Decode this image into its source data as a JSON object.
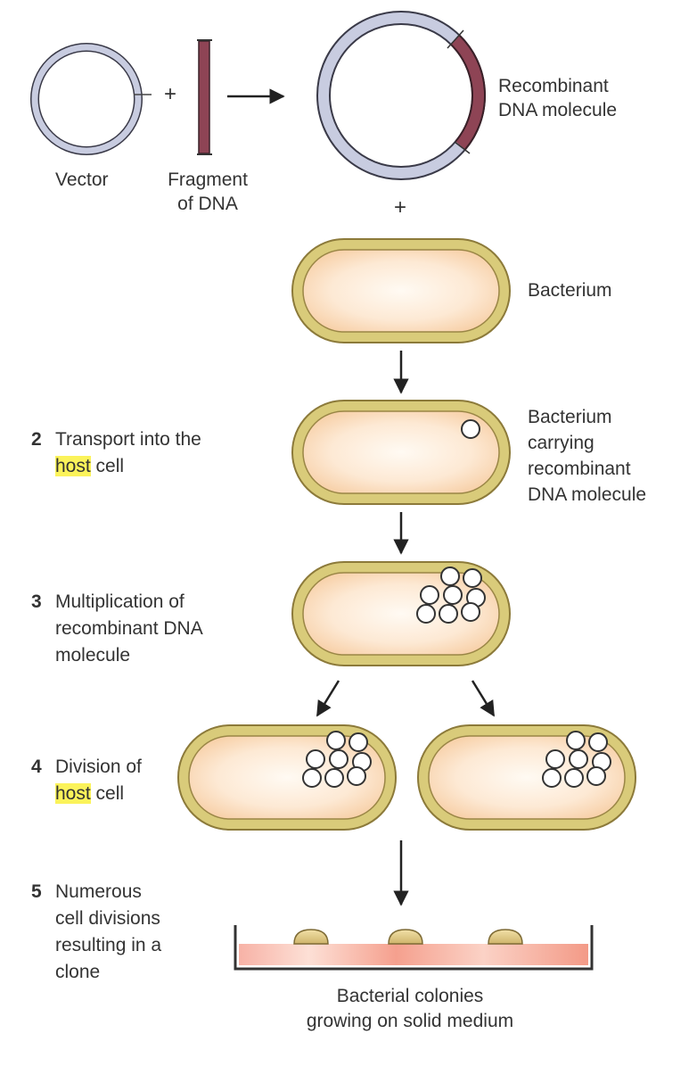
{
  "labels": {
    "vector": "Vector",
    "fragment": [
      "Fragment",
      "of DNA"
    ],
    "recombinant": [
      "Recombinant",
      "DNA molecule"
    ],
    "plus": "+",
    "bacterium": "Bacterium",
    "bacterium_carrying": [
      "Bacterium",
      "carrying",
      "recombinant",
      "DNA molecule"
    ],
    "colonies": [
      "Bacterial colonies",
      "growing on solid medium"
    ]
  },
  "steps": [
    {
      "number": "2",
      "lines": [
        [
          "Transport into the"
        ],
        [
          "host",
          " cell"
        ]
      ]
    },
    {
      "number": "3",
      "lines": [
        [
          "Multiplication of"
        ],
        [
          "recombinant DNA"
        ],
        [
          "molecule"
        ]
      ]
    },
    {
      "number": "4",
      "lines": [
        [
          "Division of"
        ],
        [
          "host",
          " cell"
        ]
      ]
    },
    {
      "number": "5",
      "lines": [
        [
          "Numerous"
        ],
        [
          "cell divisions"
        ],
        [
          "resulting in a"
        ],
        [
          "clone"
        ]
      ]
    }
  ],
  "highlight_word": "host",
  "colors": {
    "vector_ring": "#c8cce0",
    "dna_fragment": "#8e4455",
    "cell_wall": "#d9cb7a",
    "cell_fill": "#fbe2c6",
    "highlight": "#fbf35a",
    "medium": "#f5a59a",
    "colony": "#e3cb8b"
  }
}
